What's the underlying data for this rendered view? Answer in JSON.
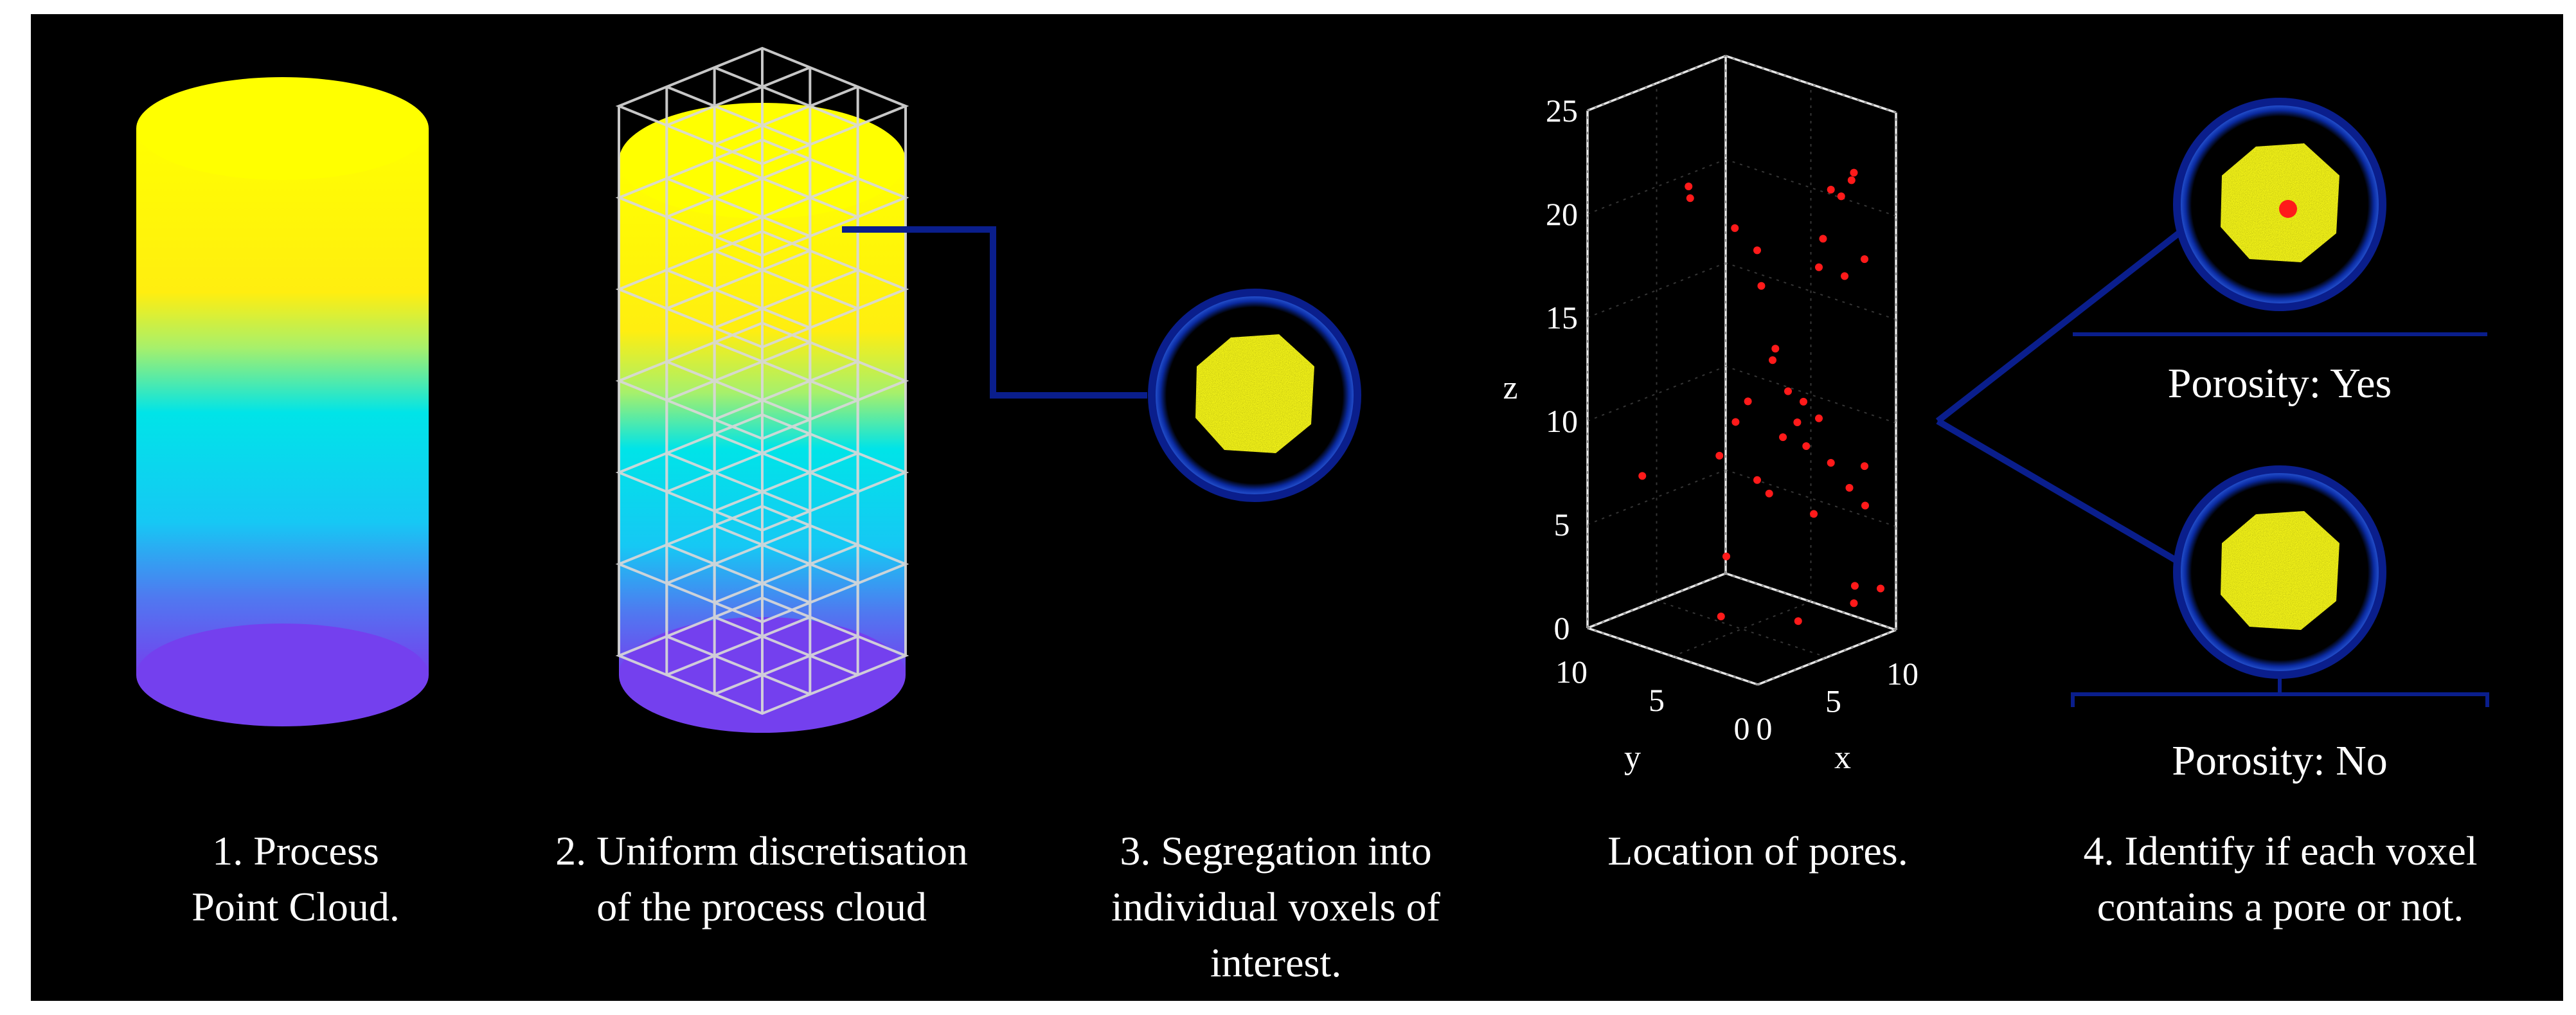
{
  "captions": {
    "step1": [
      "1. Process",
      "Point Cloud."
    ],
    "step2": [
      "2. Uniform discretisation",
      "of the process cloud"
    ],
    "step3": [
      "3. Segregation into",
      "individual voxels of",
      "interest."
    ],
    "pores": [
      "Location of pores."
    ],
    "step4": [
      "4. Identify if each voxel",
      "contains a pore or not."
    ]
  },
  "porosity": {
    "yes_label": "Porosity: Yes",
    "no_label": "Porosity: No"
  },
  "colors": {
    "background": "#000000",
    "cloud_top": "#ffff00",
    "cloud_mid": "#00e8f0",
    "cloud_bottom": "#6a3cf0",
    "grid": "#d8d8d8",
    "connector": "#0a1e8c",
    "voxel": "#ffff1a",
    "pore": "#ff1a1a"
  },
  "chart_data": {
    "type": "scatter",
    "title": "",
    "xlabel": "x",
    "ylabel": "y",
    "zlabel": "z",
    "xlim": [
      0,
      10
    ],
    "ylim": [
      0,
      10
    ],
    "zlim": [
      0,
      25
    ],
    "x_ticks": [
      "0",
      "5",
      "10"
    ],
    "y_ticks": [
      "0",
      "5",
      "10"
    ],
    "z_ticks": [
      "0",
      "5",
      "10",
      "15",
      "20",
      "25"
    ],
    "series": [
      {
        "points": [
          [
            8.5,
            2.0,
            20.8
          ],
          [
            8.0,
            2.2,
            21.2
          ],
          [
            7.8,
            2.5,
            18.8
          ],
          [
            2.5,
            6.0,
            21.2
          ],
          [
            3.0,
            6.5,
            21.5
          ],
          [
            4.5,
            5.0,
            19.5
          ],
          [
            8.8,
            1.5,
            22.0
          ],
          [
            9.0,
            1.8,
            21.5
          ],
          [
            5.5,
            4.5,
            18.3
          ],
          [
            7.5,
            2.5,
            17.5
          ],
          [
            8.5,
            1.8,
            17.0
          ],
          [
            9.2,
            1.2,
            17.8
          ],
          [
            5.8,
            4.5,
            16.5
          ],
          [
            6.2,
            4.0,
            13.5
          ],
          [
            6.0,
            4.0,
            13.0
          ],
          [
            6.5,
            3.5,
            11.5
          ],
          [
            7.0,
            3.0,
            11.0
          ],
          [
            7.5,
            2.5,
            10.2
          ],
          [
            6.8,
            3.2,
            10.0
          ],
          [
            5.2,
            4.8,
            11.0
          ],
          [
            4.8,
            5.2,
            10.0
          ],
          [
            6.5,
            3.8,
            9.2
          ],
          [
            7.2,
            3.0,
            8.8
          ],
          [
            8.0,
            2.2,
            8.0
          ],
          [
            9.2,
            1.2,
            7.8
          ],
          [
            8.6,
            1.6,
            6.8
          ],
          [
            9.0,
            1.0,
            6.0
          ],
          [
            7.5,
            2.8,
            5.5
          ],
          [
            6.0,
            4.2,
            6.5
          ],
          [
            5.5,
            4.5,
            7.2
          ],
          [
            4.0,
            5.5,
            8.5
          ],
          [
            1.5,
            8.0,
            7.5
          ],
          [
            4.5,
            5.5,
            3.5
          ],
          [
            8.5,
            1.2,
            2.2
          ],
          [
            9.5,
            0.5,
            2.0
          ],
          [
            8.8,
            1.5,
            1.2
          ],
          [
            3.5,
            5.0,
            1.0
          ],
          [
            6.0,
            2.5,
            0.8
          ]
        ]
      }
    ]
  }
}
